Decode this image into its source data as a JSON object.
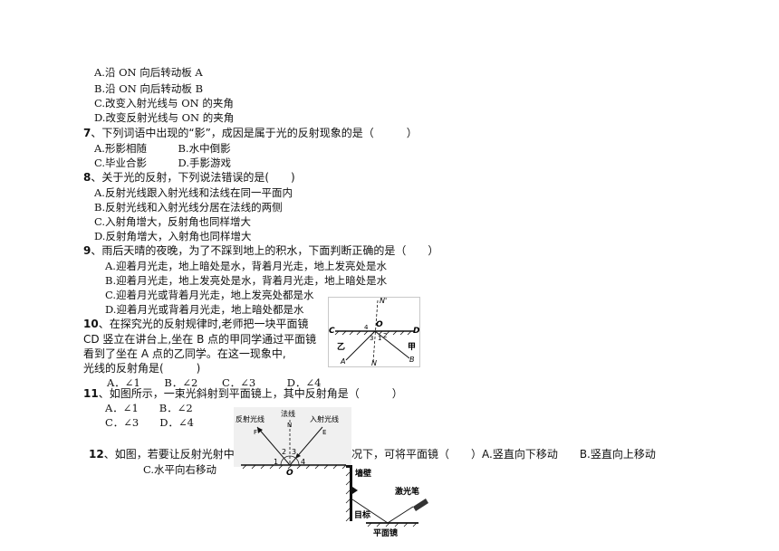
{
  "q6_options": [
    "A.沿 ON 向后转动板 A",
    "B.沿 ON 向后转动板 B",
    "C.改变入射光线与 ON 的夹角",
    "D.改变反射光线与 ON 的夹角"
  ],
  "q7": {
    "num": "7",
    "stem": "、下列词语中出现的“影”，成因是属于光的反射现象的是（　　　）",
    "row1": "A.形影相随　　　B.水中倒影",
    "row2": "C.毕业合影　　　D.手影游戏"
  },
  "q8": {
    "num": "8",
    "stem": "、关于光的反射，下列说法错误的是(　　)",
    "options": [
      "A.反射光线跟入射光线和法线在同一平面内",
      "B.反射光线和入射光线分居在法线的两侧",
      "C.入射角增大，反射角也同样增大",
      "D.反射角增大，入射角也同样增大"
    ]
  },
  "q9": {
    "num": "9",
    "stem": "、雨后天晴的夜晚，为了不踩到地上的积水，下面判断正确的是（　　）",
    "options": [
      "A.迎着月光走，地上暗处是水，背着月光走，地上发亮处是水",
      "B.迎着月光走，地上发亮处是水，背着月光走，地上暗处是水",
      "C.迎着月光或背着月光走，地上发亮处都是水",
      "D.迎着月光或背着月光走，地上暗处都是水"
    ]
  },
  "q10": {
    "num": "10",
    "l1": "、在探究光的反射规律时,老师把一块平面镜",
    "l2": "CD 竖立在讲台上,坐在 B 点的甲同学通过平面镜",
    "l3": "看到了坐在 A 点的乙同学。在这一现象中,",
    "l4": "光线的反射角是(　　　)",
    "opts": "A．∠1　　 B．∠2　　 C．∠3　　　D．∠4",
    "fig": {
      "N_top": "N'",
      "N_bottom": "N",
      "C": "C",
      "D": "D",
      "O": "O",
      "A": "A",
      "B": "B",
      "yi": "乙",
      "jia": "甲",
      "a1": "1",
      "a2": "2",
      "a3": "3",
      "a4": "4"
    }
  },
  "q11": {
    "num": "11",
    "stem": "、如图所示，一束光斜射到平面镜上，其中反射角是（　　　）",
    "row1": "A．∠1　　B．∠2",
    "row2": "C．∠3　　D．∠4",
    "fig": {
      "reflected": "反射光线",
      "normal": "法线",
      "incident": "入射光线",
      "F": "F",
      "N": "N",
      "E": "E",
      "O": "O",
      "a1": "1",
      "a2": "2",
      "a3": "3",
      "a4": "4"
    }
  },
  "q12": {
    "num": "12",
    "stem_left": "、如图，若要让反射光射中",
    "stem_right": "况下，可将平面镜（　　）A.竖直向下移动　　B.竖直向上移动",
    "line2": "C.水平向右移动",
    "fig": {
      "wall": "墙壁",
      "laser": "激光笔",
      "target": "目标",
      "mirror": "平面镜"
    }
  }
}
